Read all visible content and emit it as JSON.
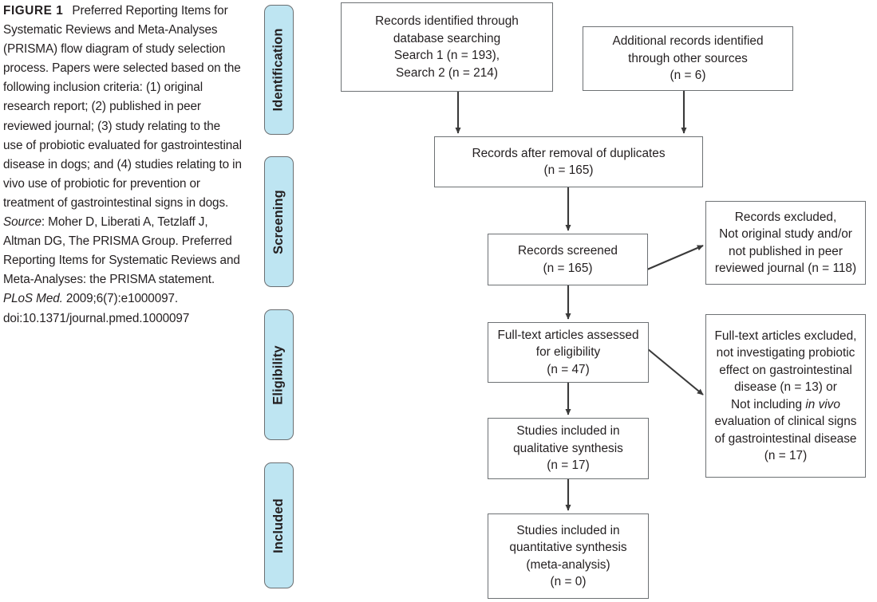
{
  "caption": {
    "figure_label": "FIGURE 1",
    "line1": "Preferred Reporting",
    "body": "Items for Systematic Reviews and Meta-Analyses (PRISMA) flow diagram of study selection process. Papers were selected based on the following inclusion criteria: (1) original research report; (2) published in peer reviewed journal; (3) study relating to the use of probiotic evaluated for gastrointestinal disease in dogs; and (4) studies relating to in vivo use of probiotic for prevention or treatment of gastrointestinal signs in dogs. ",
    "source_word": "Source",
    "after_source": ": Moher D, Liberati A, Tetzlaff J, Altman DG, The PRISMA Group. Preferred Reporting Items for Systematic Reviews and Meta-Analyses: the PRISMA statement. ",
    "journal": "PLoS Med.",
    "citation_tail": " 2009;6(7):e1000097. doi:10.1371/journal.pmed.1000097"
  },
  "colors": {
    "stage_fill": "#bee5f2",
    "stage_border": "#6b6f72",
    "box_border": "#6d7174",
    "text": "#231f20",
    "arrow": "#3a3a3a",
    "page_background": "#ffffff"
  },
  "stages": [
    {
      "id": "identification",
      "label": "Identification"
    },
    {
      "id": "screening",
      "label": "Screening"
    },
    {
      "id": "eligibility",
      "label": "Eligibility"
    },
    {
      "id": "included",
      "label": "Included"
    }
  ],
  "chart_data": {
    "type": "diagram",
    "diagram_type": "prisma-flow",
    "title": "PRISMA flow diagram of study selection process",
    "stages": [
      "Identification",
      "Screening",
      "Eligibility",
      "Included"
    ],
    "nodes": [
      {
        "id": "db-search",
        "stage": "Identification",
        "lines": [
          "Records identified through",
          "database searching",
          "Search 1 (n = 193),",
          "Search 2 (n = 214)"
        ],
        "counts": {
          "search_1": 193,
          "search_2": 214
        }
      },
      {
        "id": "other-sources",
        "stage": "Identification",
        "lines": [
          "Additional records identified",
          "through other sources",
          "(n = 6)"
        ],
        "counts": {
          "n": 6
        }
      },
      {
        "id": "after-duplicates",
        "stage": "Screening",
        "lines": [
          "Records after removal of duplicates",
          "(n = 165)"
        ],
        "counts": {
          "n": 165
        }
      },
      {
        "id": "screened",
        "stage": "Screening",
        "lines": [
          "Records screened",
          "(n = 165)"
        ],
        "counts": {
          "n": 165
        }
      },
      {
        "id": "records-excluded",
        "stage": "Screening",
        "lines": [
          "Records excluded,",
          "Not original study and/or",
          "not published in peer",
          "reviewed journal (n = 118)"
        ],
        "counts": {
          "n": 118
        }
      },
      {
        "id": "fulltext-assessed",
        "stage": "Eligibility",
        "lines": [
          "Full-text articles assessed",
          "for eligibility",
          "(n = 47)"
        ],
        "counts": {
          "n": 47
        }
      },
      {
        "id": "fulltext-excluded",
        "stage": "Eligibility",
        "lines": [
          "Full-text articles excluded,",
          "not investigating probiotic",
          "effect on gastrointestinal",
          "disease (n = 13) or",
          "Not including in vivo",
          "evaluation of clinical signs",
          "of gastrointestinal disease",
          "(n = 17)"
        ],
        "counts": {
          "not_investigating": 13,
          "not_in_vivo": 17
        }
      },
      {
        "id": "qualitative",
        "stage": "Eligibility",
        "lines": [
          "Studies included in",
          "qualitative synthesis",
          "(n = 17)"
        ],
        "counts": {
          "n": 17
        }
      },
      {
        "id": "quantitative",
        "stage": "Included",
        "lines": [
          "Studies included in",
          "quantitative synthesis",
          "(meta-analysis)",
          "(n = 0)"
        ],
        "counts": {
          "n": 0
        }
      }
    ],
    "edges": [
      {
        "from": "db-search",
        "to": "after-duplicates"
      },
      {
        "from": "other-sources",
        "to": "after-duplicates"
      },
      {
        "from": "after-duplicates",
        "to": "screened"
      },
      {
        "from": "screened",
        "to": "records-excluded"
      },
      {
        "from": "screened",
        "to": "fulltext-assessed"
      },
      {
        "from": "fulltext-assessed",
        "to": "fulltext-excluded"
      },
      {
        "from": "fulltext-assessed",
        "to": "qualitative"
      },
      {
        "from": "qualitative",
        "to": "quantitative"
      }
    ]
  },
  "boxes": {
    "db_search": {
      "l1": "Records identified through",
      "l2": "database searching",
      "l3": "Search 1 (n = 193),",
      "l4": "Search 2 (n = 214)"
    },
    "other_sources": {
      "l1": "Additional records identified",
      "l2": "through other sources",
      "l3": "(n = 6)"
    },
    "after_duplicates": {
      "l1": "Records after removal of duplicates",
      "l2": "(n = 165)"
    },
    "screened": {
      "l1": "Records screened",
      "l2": "(n = 165)"
    },
    "records_excluded": {
      "l1": "Records excluded,",
      "l2": "Not original study and/or",
      "l3": "not published in peer",
      "l4": "reviewed journal (n = 118)"
    },
    "fulltext_assessed": {
      "l1": "Full-text articles assessed",
      "l2": "for eligibility",
      "l3": "(n = 47)"
    },
    "fulltext_excluded": {
      "l1": "Full-text articles excluded,",
      "l2": "not investigating probiotic",
      "l3": "effect on gastrointestinal",
      "l4": "disease (n = 13) or",
      "l5_pre": "Not including ",
      "l5_it": "in vivo",
      "l6": "evaluation of clinical signs",
      "l7": "of gastrointestinal disease",
      "l8": "(n = 17)"
    },
    "qualitative": {
      "l1": "Studies included in",
      "l2": "qualitative synthesis",
      "l3": "(n = 17)"
    },
    "quantitative": {
      "l1": "Studies included in",
      "l2": "quantitative synthesis",
      "l3": "(meta-analysis)",
      "l4": "(n = 0)"
    }
  }
}
